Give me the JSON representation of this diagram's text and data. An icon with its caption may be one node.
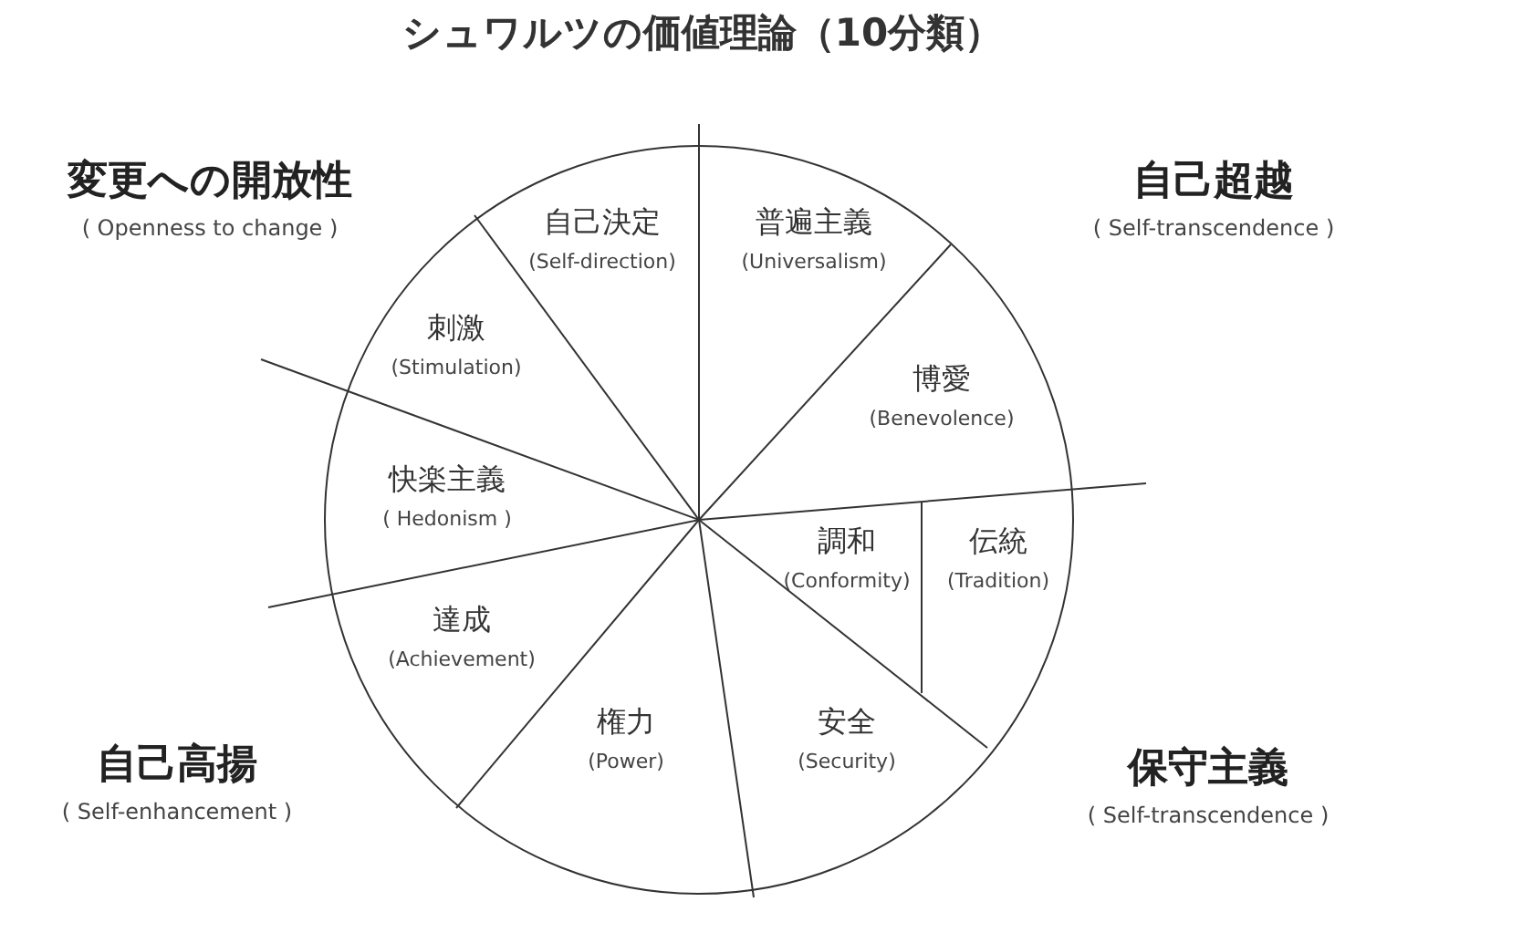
{
  "diagram": {
    "title": "シュワルツの価値理論（10分類）",
    "nodes": [
      {
        "text": [
          "自己決定",
          "(Self-direction)"
        ]
      },
      {
        "text": [
          "普遍主義",
          "(Universalism)"
        ]
      },
      {
        "text": [
          "刺激",
          "(Stimulation)"
        ]
      },
      {
        "text": [
          "博愛",
          "(Benevolence)"
        ]
      },
      {
        "text": [
          "快楽主義",
          "( Hedonism )"
        ]
      },
      {
        "text": [
          "調和",
          "(Conformity)"
        ]
      },
      {
        "text": [
          "伝統",
          "(Tradition)"
        ]
      },
      {
        "text": [
          "達成",
          "(Achievement)"
        ]
      },
      {
        "text": [
          "権力",
          "(Power)"
        ]
      },
      {
        "text": [
          "安全",
          "(Security)"
        ]
      }
    ],
    "labels": [
      "変更への開放性",
      "( Openness to change )",
      "自己超越",
      "( Self-transcendence )",
      "自己高揚",
      "( Self-enhancement )",
      "保守主義",
      "( Self-transcendence )"
    ]
  }
}
